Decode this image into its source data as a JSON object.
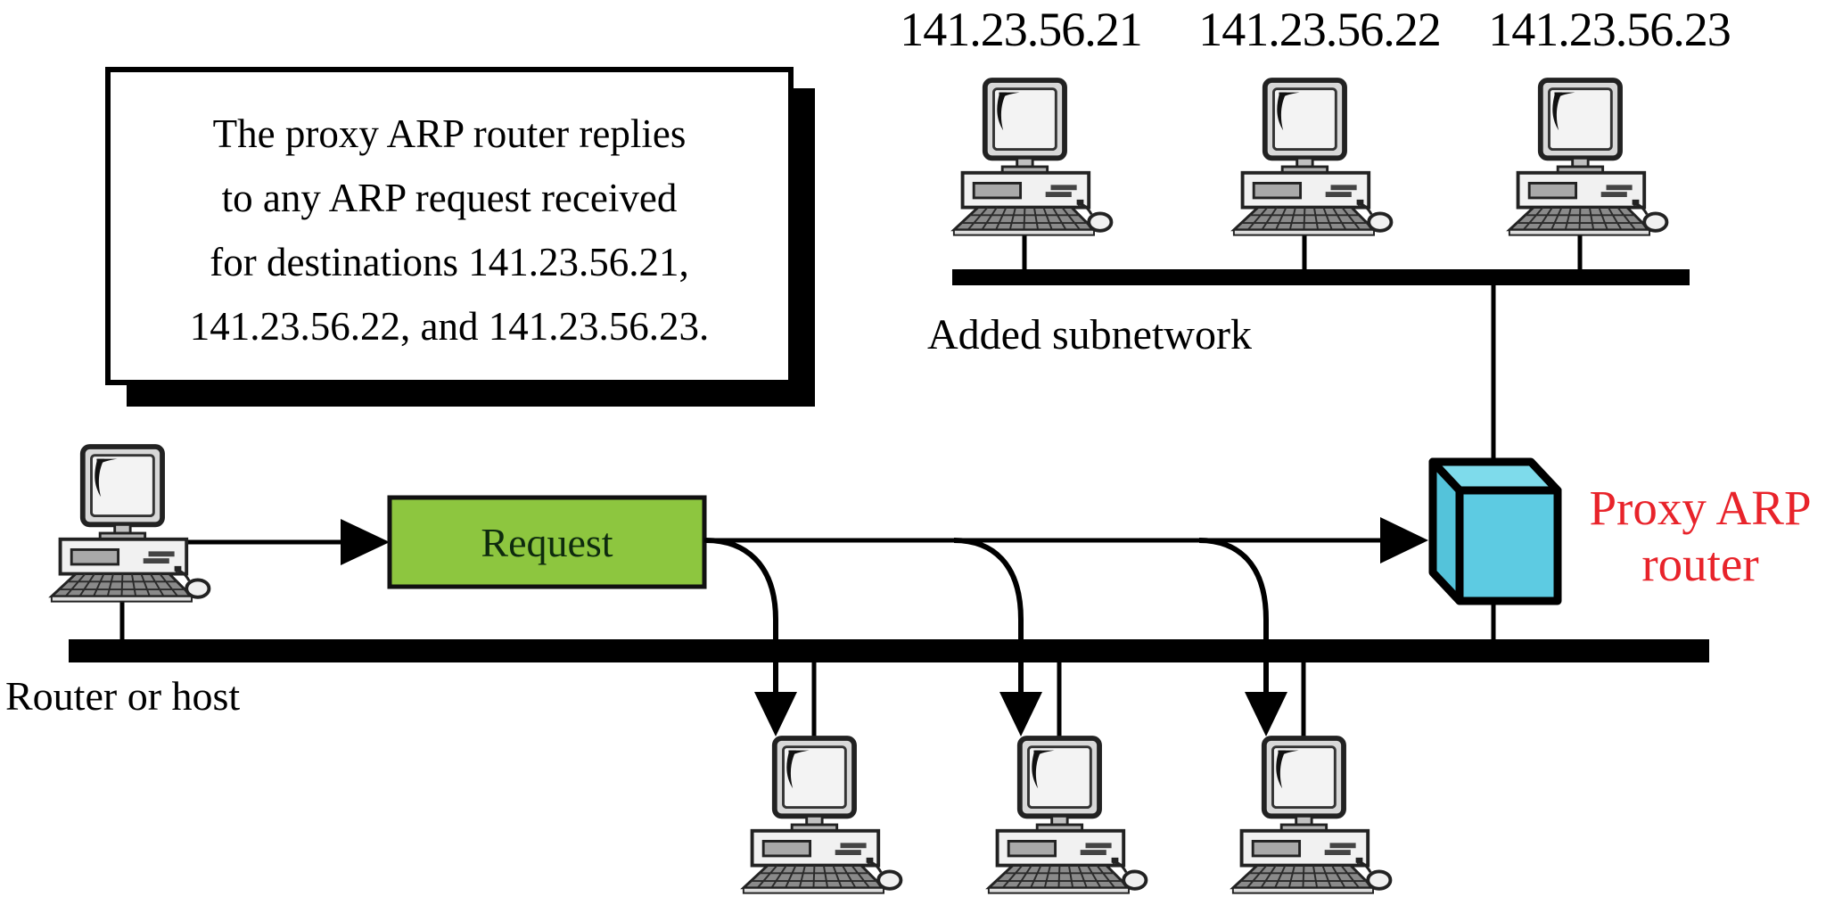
{
  "note_box": {
    "lines": [
      "The proxy ARP router replies",
      "to any ARP request received",
      "for destinations 141.23.56.21,",
      "141.23.56.22, and 141.23.56.23."
    ]
  },
  "ip_addresses": [
    "141.23.56.21",
    "141.23.56.22",
    "141.23.56.23"
  ],
  "labels": {
    "added_subnetwork": "Added subnetwork",
    "router_or_host": "Router or host",
    "request": "Request",
    "proxy_arp_router_line1": "Proxy ARP",
    "proxy_arp_router_line2": "router"
  },
  "icons": {
    "computer": "computer-icon",
    "router_cube": "router-cube-icon",
    "arrowhead": "arrowhead-icon"
  },
  "colors": {
    "background": "#ffffff",
    "line": "#000000",
    "request_box_fill": "#8dc63f",
    "request_text": "#0e2b0e",
    "cube_front": "#5dcbe2",
    "cube_top": "#7edbeb",
    "cube_side": "#54c3da",
    "proxy_label_red": "#e8232a",
    "network_bus": "#000000"
  }
}
